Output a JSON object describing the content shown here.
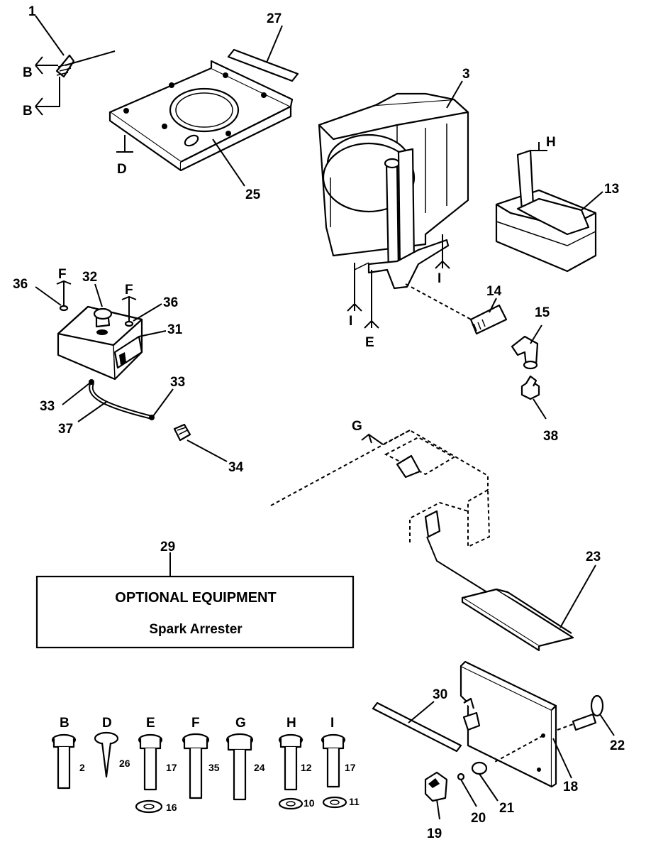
{
  "callouts": {
    "c1": "1",
    "c2": "2",
    "c3": "3",
    "c10": "10",
    "c11": "11",
    "c12": "12",
    "c13": "13",
    "c14": "14",
    "c15": "15",
    "c16": "16",
    "c17a": "17",
    "c17b": "17",
    "c18": "18",
    "c19": "19",
    "c20": "20",
    "c21": "21",
    "c22": "22",
    "c23": "23",
    "c24": "24",
    "c25": "25",
    "c26": "26",
    "c27": "27",
    "c29": "29",
    "c30": "30",
    "c31": "31",
    "c32": "32",
    "c33a": "33",
    "c33b": "33",
    "c34": "34",
    "c35": "35",
    "c36a": "36",
    "c36b": "36",
    "c37": "37",
    "c38": "38"
  },
  "letters": {
    "B1": "B",
    "B2": "B",
    "D": "D",
    "H": "H",
    "F1": "F",
    "F2": "F",
    "I1": "I",
    "I2": "I",
    "E": "E",
    "G": "G"
  },
  "fastener_keys": [
    "B",
    "D",
    "E",
    "F",
    "G",
    "H",
    "I"
  ],
  "optional_box": {
    "title": "OPTIONAL EQUIPMENT",
    "subtitle": "Spark Arrester"
  }
}
